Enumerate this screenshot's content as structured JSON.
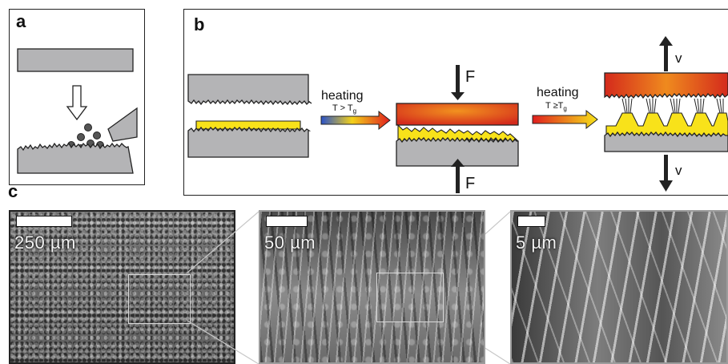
{
  "panels": {
    "a": {
      "label": "a"
    },
    "b": {
      "label": "b",
      "step1": {
        "word": "heating",
        "condition_prefix": "T > T",
        "condition_sub": "g"
      },
      "step2": {
        "word": "heating",
        "condition_prefix": "T  ≥T",
        "condition_sub": "g"
      },
      "force_label": "F",
      "velocity_label": "v"
    },
    "c": {
      "label": "c",
      "images": [
        {
          "scale_text": "250 µm"
        },
        {
          "scale_text": "50 µm"
        },
        {
          "scale_text": "5 µm"
        }
      ]
    }
  },
  "colors": {
    "substrate_gray": "#b4b4b6",
    "outline": "#222222",
    "polymer_yellow": "#f8e21a",
    "hot_red": "#d8291c",
    "hot_orange": "#f08a1e",
    "arrow_cool_blue": "#2a52c9",
    "arrow_hot_red": "#e01e1e",
    "arrow_yellow": "#f6e21a"
  }
}
